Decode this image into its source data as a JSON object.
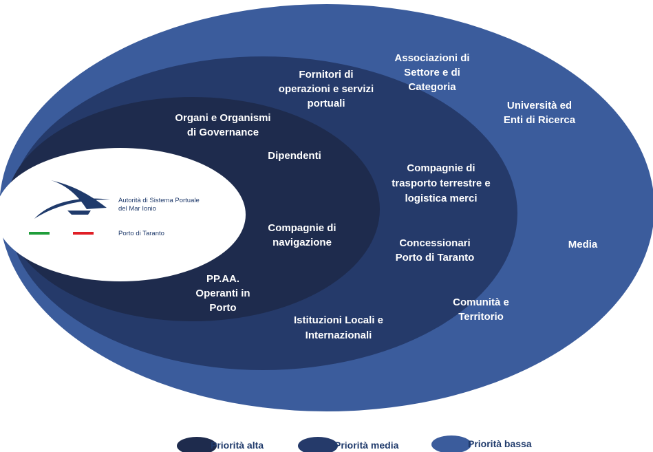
{
  "colors": {
    "high": "#1e2b4d",
    "medium": "#253a6a",
    "low": "#3b5c9c",
    "logo_blue": "#1f3a6b",
    "green": "#1f9d3a",
    "red": "#e01f26"
  },
  "logo": {
    "line1": "Autorità di Sistema Portuale",
    "line2": "del Mar Ionio",
    "line3": "Porto di Taranto"
  },
  "labels": {
    "associazioni": [
      "Associazioni di",
      "Settore e di",
      "Categoria"
    ],
    "fornitori": [
      "Fornitori di",
      "operazioni e servizi",
      "portuali"
    ],
    "universita": [
      "Università ed",
      "Enti di Ricerca"
    ],
    "organi": [
      "Organi e Organismi",
      "di Governance"
    ],
    "dipendenti": [
      "Dipendenti"
    ],
    "compagnie_trasporto": [
      "Compagnie di",
      "trasporto terrestre e",
      "logistica merci"
    ],
    "compagnie_navigazione": [
      "Compagnie di",
      "navigazione"
    ],
    "concessionari": [
      "Concessionari",
      "Porto di Taranto"
    ],
    "media": [
      "Media"
    ],
    "ppaa": [
      "PP.AA.",
      "Operanti in",
      "Porto"
    ],
    "comunita": [
      "Comunità e",
      "Territorio"
    ],
    "istituzioni": [
      "Istituzioni Locali e",
      "Internazionali"
    ]
  },
  "legend": {
    "high": "Priorità alta",
    "medium": "Priorità media",
    "low": "Priorità bassa"
  }
}
